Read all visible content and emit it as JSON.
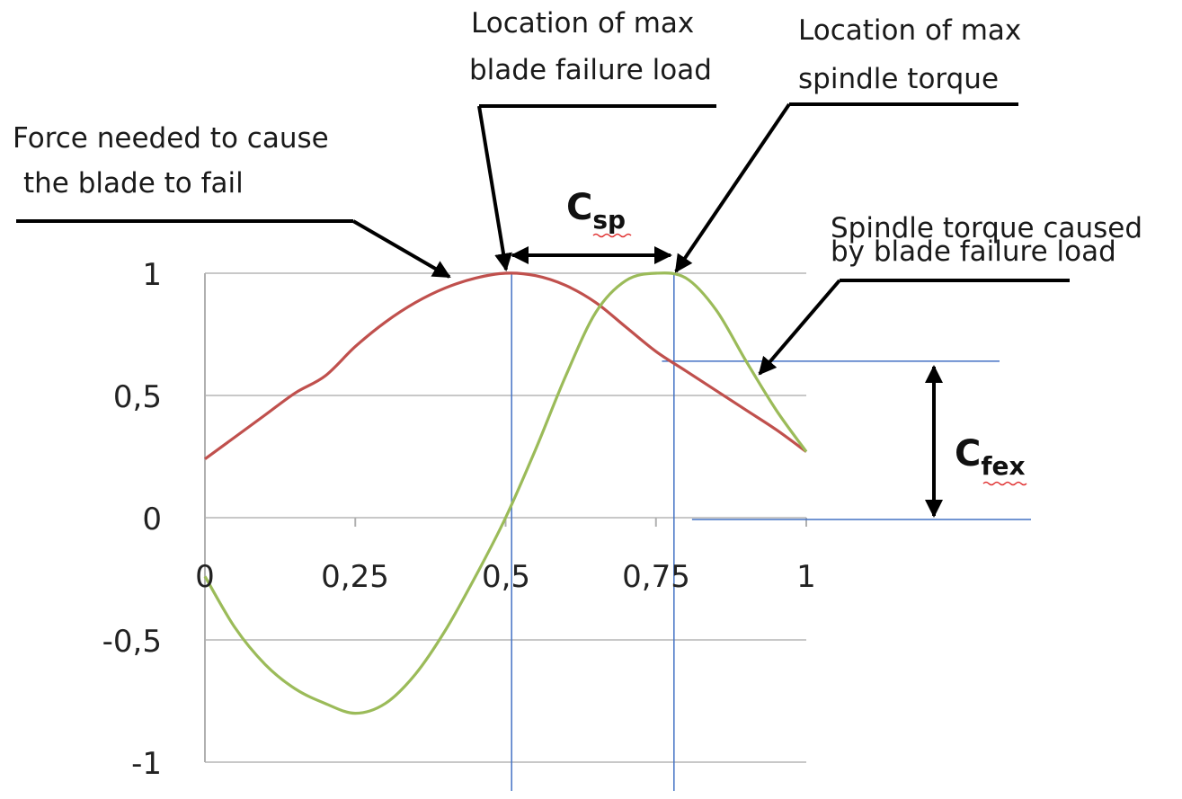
{
  "chart_data": {
    "type": "line",
    "title": "",
    "xlabel": "",
    "ylabel": "",
    "xlim": [
      0,
      1
    ],
    "ylim": [
      -1,
      1
    ],
    "x_ticks": [
      "0",
      "0,25",
      "0,5",
      "0,75",
      "1"
    ],
    "y_ticks": [
      "1",
      "0,5",
      "0",
      "-0,5",
      "-1"
    ],
    "grid": "horizontal",
    "legend": "none",
    "series": [
      {
        "color": "#c0504d",
        "x": [
          0,
          0.05,
          0.1,
          0.15,
          0.2,
          0.25,
          0.3,
          0.35,
          0.4,
          0.45,
          0.5,
          0.55,
          0.6,
          0.65,
          0.7,
          0.75,
          0.8,
          0.85,
          0.9,
          0.95,
          1.0
        ],
        "y": [
          0.24,
          0.33,
          0.42,
          0.51,
          0.58,
          0.7,
          0.8,
          0.88,
          0.94,
          0.98,
          1.0,
          0.99,
          0.95,
          0.88,
          0.78,
          0.68,
          0.6,
          0.52,
          0.44,
          0.36,
          0.27
        ]
      },
      {
        "color": "#9bbb59",
        "x": [
          0,
          0.05,
          0.1,
          0.15,
          0.2,
          0.25,
          0.3,
          0.35,
          0.4,
          0.45,
          0.5,
          0.55,
          0.6,
          0.65,
          0.7,
          0.75,
          0.8,
          0.85,
          0.9,
          0.95,
          1.0
        ],
        "y": [
          -0.24,
          -0.45,
          -0.6,
          -0.7,
          -0.76,
          -0.8,
          -0.76,
          -0.64,
          -0.46,
          -0.24,
          0.0,
          0.28,
          0.58,
          0.84,
          0.97,
          1.0,
          0.98,
          0.85,
          0.64,
          0.44,
          0.27
        ]
      }
    ],
    "vertical_lines": [
      0.51,
      0.78
    ],
    "horizontal_markers": [
      0.64,
      0.0
    ],
    "annotations": {
      "force_line1": "Force needed to cause",
      "force_line2": "the blade  to fail",
      "blade_line1": "Location of max",
      "blade_line2": "blade failure load",
      "spindle_line1": "Location of max",
      "spindle_line2": "spindle torque",
      "torque_line1": "Spindle torque caused",
      "torque_line2": "by blade failure load",
      "csp_main": "C",
      "csp_sub": "sp",
      "cfex_main": "C",
      "cfex_sub": "fex"
    },
    "colors": {
      "grid": "#c8c8c8",
      "axis": "#b0b0b0",
      "guide": "#4472c4",
      "arrow": "#000000",
      "squiggle": "#e03030"
    }
  }
}
